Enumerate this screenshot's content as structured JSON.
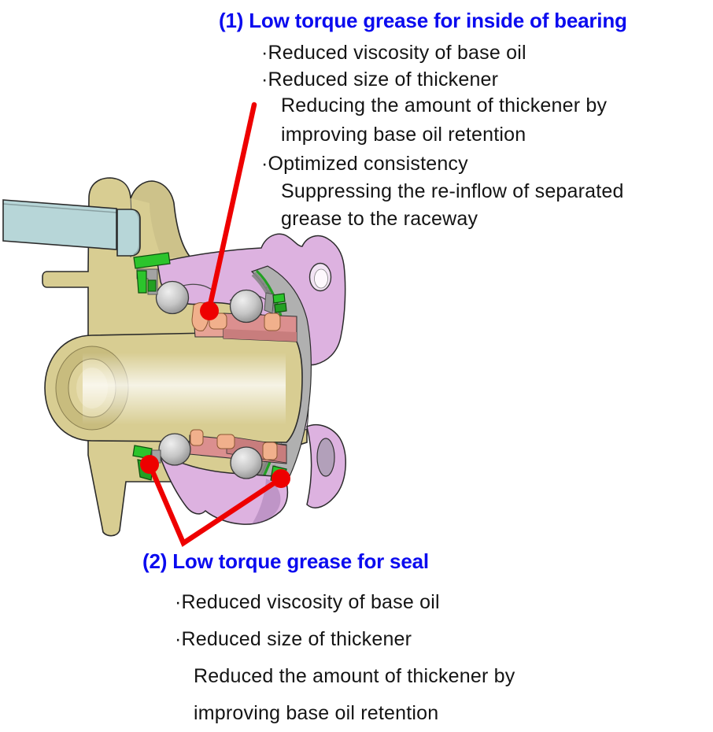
{
  "annotation1": {
    "title": "(1) Low torque grease for inside of bearing",
    "lines": [
      "·Reduced viscosity of base oil",
      "·Reduced size of thickener",
      "Reducing the amount of thickener by",
      "improving base oil retention",
      "·Optimized consistency",
      "Suppressing the re-inflow of separated",
      "grease to the raceway"
    ]
  },
  "annotation2": {
    "title": "(2) Low torque grease for seal",
    "lines": [
      "·Reduced viscosity of base oil",
      "·Reduced size of thickener",
      "Reduced the amount of thickener by",
      "improving base oil retention"
    ]
  },
  "colors": {
    "heading_blue": "#0b0bef",
    "body_text": "#141414",
    "callout_red": "#ee0000",
    "hub_tan": "#d8cd92",
    "hub_face_ring": "#c8bc7e",
    "hub_face_inner": "#ddd29a",
    "outer_ring_pink": "#ddb2e0",
    "inner_ring_salmon": "#db8f8f",
    "inner_ring_rose": "#c87d7d",
    "cage_orange": "#f1b08c",
    "seal_green": "#2cc42c",
    "seal_green_dark": "#23a023",
    "ball_gray": "#bcbcbc",
    "band_gray": "#b0b0b0",
    "stud_teal": "#b7d6d8"
  }
}
